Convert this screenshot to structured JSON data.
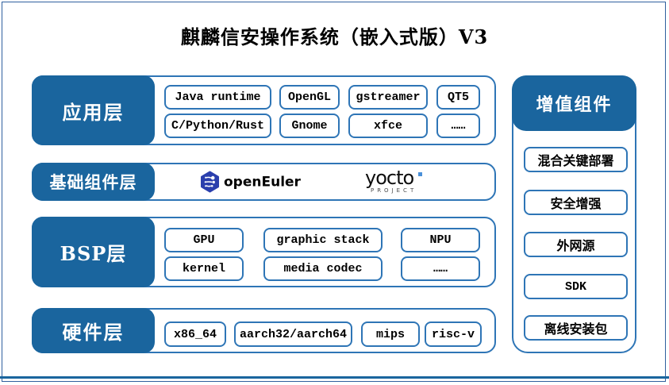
{
  "page": {
    "title": "麒麟信安操作系统（嵌入式版）V3",
    "colors": {
      "layer_fill": "#1a659e",
      "box_border": "#2e75b6",
      "bottom_rule": "#1a659e",
      "openeuler_icon_blue": "#2b3fad",
      "yocto_dot_blue": "#4a90d9"
    }
  },
  "layers": [
    {
      "label": "应用层",
      "rows": [
        [
          "Java runtime",
          "OpenGL",
          "gstreamer",
          "QT5"
        ],
        [
          "C/Python/Rust",
          "Gnome",
          "xfce",
          "……"
        ]
      ]
    },
    {
      "label": "基础组件层",
      "logos": [
        "openEuler",
        "yocto PROJECT"
      ]
    },
    {
      "label": "BSP层",
      "rows": [
        [
          "GPU",
          "graphic stack",
          "NPU"
        ],
        [
          "kernel",
          "media codec",
          "……"
        ]
      ]
    },
    {
      "label": "硬件层",
      "rows": [
        [
          "x86_64",
          "aarch32/aarch64",
          "mips",
          "risc-v"
        ]
      ]
    }
  ],
  "logos": {
    "openeuler": {
      "text": "openEuler"
    },
    "yocto": {
      "text": "yocto",
      "subtext": "PROJECT"
    }
  },
  "sidebar": {
    "title": "增值组件",
    "items": [
      "混合关键部署",
      "安全增强",
      "外网源",
      "SDK",
      "离线安装包"
    ]
  }
}
